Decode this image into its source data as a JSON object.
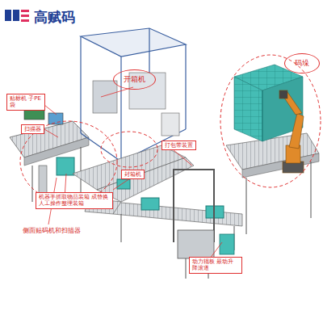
{
  "diagram": {
    "title": "高赋码",
    "nodes": [
      {
        "text": [
          "贴标机 子PE袋"
        ]
      },
      {
        "text": [
          "扫描器"
        ]
      },
      {
        "text": [
          "开箱机"
        ]
      },
      {
        "text": [
          "码垛"
        ]
      },
      {
        "text": [
          "封箱机"
        ]
      },
      {
        "text": [
          "打包带装置"
        ]
      },
      {
        "text": [
          "机器手抓取物品装箱 成替换人工操作整理装箱"
        ]
      },
      {
        "text": [
          "侧面贴码机和扫描器"
        ]
      },
      {
        "text": [
          "动力辊板 最动升降滚道"
        ]
      }
    ]
  }
}
